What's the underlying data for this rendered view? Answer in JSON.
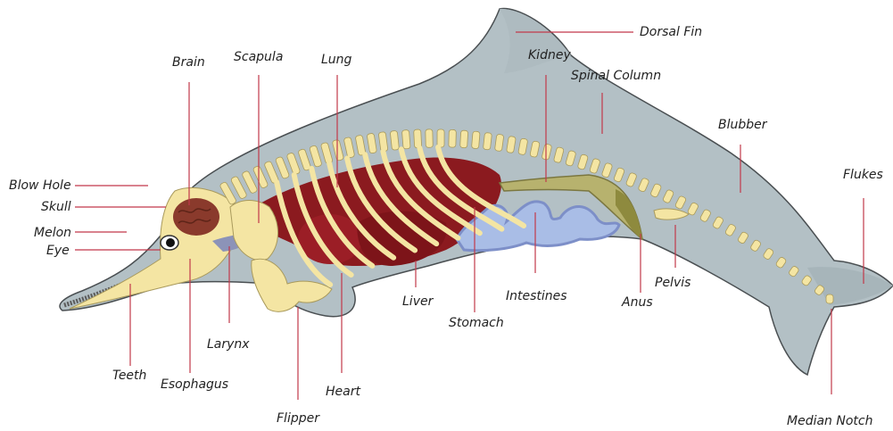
{
  "colors": {
    "body_fill": "#b3c0c5",
    "body_stroke": "#4a4f52",
    "bone": "#f4e5a3",
    "bone_stroke": "#a99a5c",
    "organ": "#8b1a1f",
    "brain": "#8a3a2c",
    "intestine": "#a9bde6",
    "kidney_tube": "#b7b26e",
    "leader": "#c2384a",
    "label_text": "#222222"
  },
  "labels": {
    "dorsal_fin": "Dorsal Fin",
    "kidney": "Kidney",
    "spinal_column": "Spinal Column",
    "brain": "Brain",
    "scapula": "Scapula",
    "lung": "Lung",
    "blubber": "Blubber",
    "flukes": "Flukes",
    "blow_hole": "Blow Hole",
    "skull": "Skull",
    "melon": "Melon",
    "eye": "Eye",
    "liver": "Liver",
    "stomach": "Stomach",
    "intestines": "Intestines",
    "anus": "Anus",
    "pelvis": "Pelvis",
    "larynx": "Larynx",
    "teeth": "Teeth",
    "esophagus": "Esophagus",
    "heart": "Heart",
    "flipper": "Flipper",
    "median_notch": "Median Notch"
  }
}
